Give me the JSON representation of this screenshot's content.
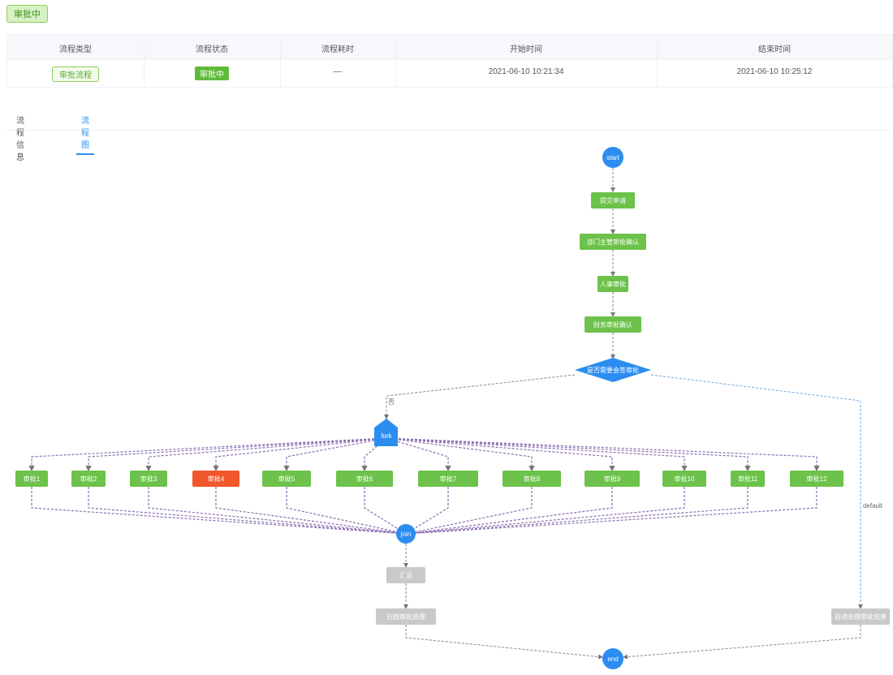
{
  "header": {
    "status_label": "审批中"
  },
  "info": {
    "columns": [
      "流程类型",
      "流程状态",
      "流程耗时",
      "开始时间",
      "结束时间"
    ],
    "values": {
      "type": "审批流程",
      "status": "审批中",
      "duration": "—",
      "start_time": "2021-06-10 10:21:34",
      "end_time": "2021-06-10 10:25:12"
    }
  },
  "tabs": [
    {
      "label": "流程信息",
      "active": false
    },
    {
      "label": "流程图",
      "active": true
    }
  ],
  "flow": {
    "start": "start",
    "steps": [
      "提交申请",
      "部门主管审批确认",
      "人事审批",
      "财务审批确认"
    ],
    "decision": "是否需要会签审批",
    "branch_label": "否",
    "default_label": "default",
    "fork": "fork",
    "parallel": [
      "审批1",
      "审批2",
      "审批3",
      "审批4",
      "审批5",
      "审批6",
      "审批7",
      "审批8",
      "审批9",
      "审批10",
      "审批11",
      "审批12"
    ],
    "parallel_status": [
      "done",
      "done",
      "done",
      "error",
      "done",
      "done",
      "done",
      "done",
      "done",
      "done",
      "done",
      "done"
    ],
    "join": "join",
    "post": [
      "汇总",
      "归档审批处理"
    ],
    "default_node": "自动处理审批结果",
    "end": "end"
  },
  "colors": {
    "done": "#6cc24a",
    "error": "#f0582b",
    "pending": "#c9c9c9",
    "control": "#2c8df0"
  }
}
